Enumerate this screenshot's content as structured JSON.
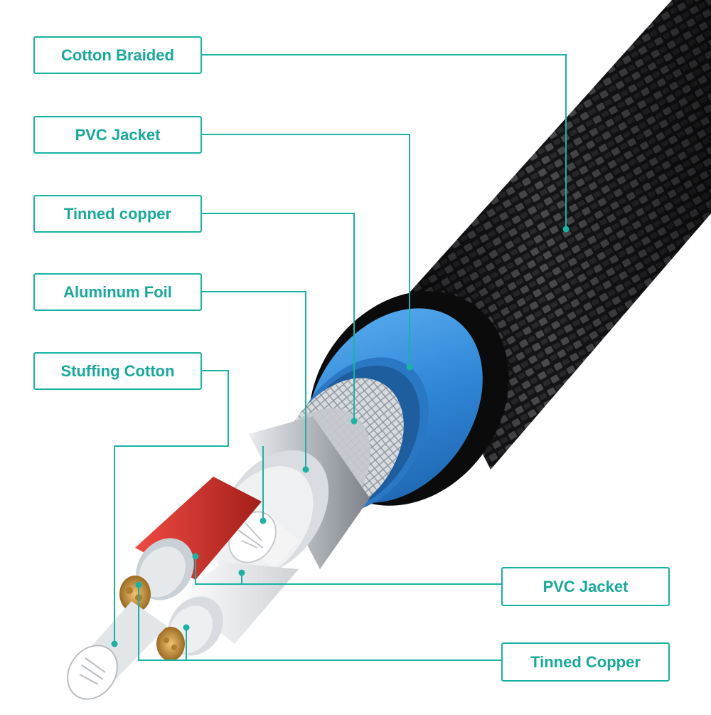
{
  "labels": {
    "cotton_braided": "Cotton Braided",
    "pvc_jacket_outer": "PVC Jacket",
    "tinned_copper_shield": "Tinned copper",
    "aluminum_foil": "Aluminum Foil",
    "stuffing_cotton": "Stuffing Cotton",
    "pvc_jacket_inner": "PVC Jacket",
    "tinned_copper_core": "Tinned Copper"
  },
  "colors": {
    "accent": "#19b3a3",
    "braid": "#1c1c1e",
    "pvc_outer": "#2f86d6",
    "shield": "#c9cdd2",
    "foil": "#b9bdc2",
    "red_wire": "#d2312b",
    "white_wire": "#f3f3f3",
    "copper": "#c8933c"
  }
}
